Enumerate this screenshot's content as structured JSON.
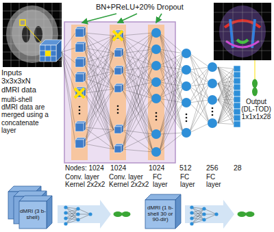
{
  "diagram": {
    "nodes": [
      {
        "text": [
          "dMRI (3 b-shell)"
        ]
      },
      {
        "text": [
          "dMRI (1 b-shell 30 or 90-dir)"
        ]
      }
    ],
    "labels": [
      "Inputs 3x3x3xN dMRI data",
      "multi-shell dMRI data are merged using a concatenate layer",
      "BN+PReLU+20% Dropout",
      "Output (DL-TOD) 1x1x1x28",
      "Nodes: 1024",
      "1024",
      "1024",
      "512",
      "256",
      "28",
      "Conv. layer Kernel 2x2x2",
      "Conv. layer Kernel 2x2x2",
      "FC layer",
      "FC layer",
      "FC layer"
    ]
  }
}
